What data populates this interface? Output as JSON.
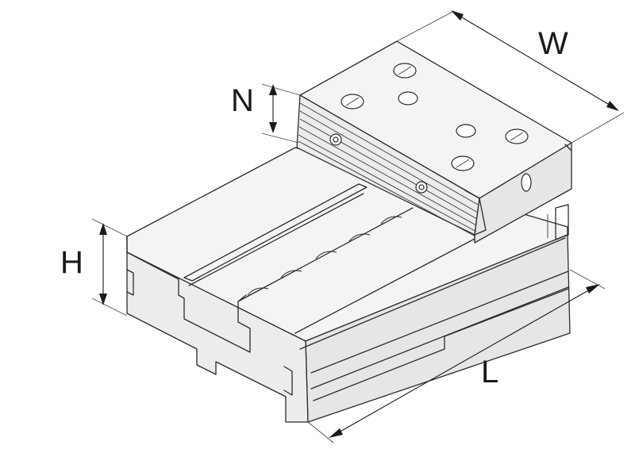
{
  "figure": {
    "labels": {
      "width": "W",
      "jaw_height": "N",
      "height": "H",
      "length": "L"
    }
  }
}
